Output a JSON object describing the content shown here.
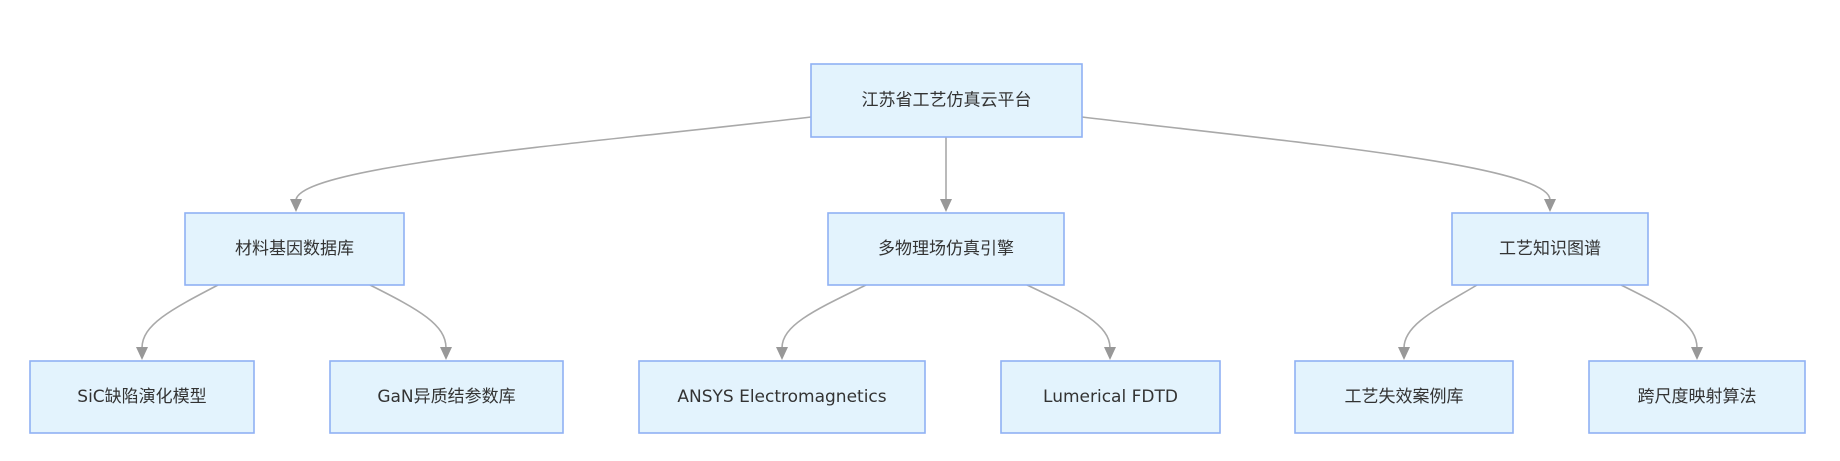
{
  "diagram": {
    "type": "tree-flowchart",
    "colors": {
      "node_fill": "#e3f3fd",
      "node_border": "#8fb1f3",
      "edge": "#a9a9a9",
      "text": "#333333"
    },
    "root": {
      "id": "platform",
      "label": "江苏省工艺仿真云平台"
    },
    "level2": [
      {
        "id": "material-db",
        "label": "材料基因数据库"
      },
      {
        "id": "multiphysics",
        "label": "多物理场仿真引擎"
      },
      {
        "id": "knowledge-graph",
        "label": "工艺知识图谱"
      }
    ],
    "level3": [
      {
        "id": "sic-defect",
        "parent": "material-db",
        "label": "SiC缺陷演化模型"
      },
      {
        "id": "gan-hetero",
        "parent": "material-db",
        "label": "GaN异质结参数库"
      },
      {
        "id": "ansys",
        "parent": "multiphysics",
        "label": "ANSYS Electromagnetics"
      },
      {
        "id": "lumerical",
        "parent": "multiphysics",
        "label": "Lumerical FDTD"
      },
      {
        "id": "failure-cases",
        "parent": "knowledge-graph",
        "label": "工艺失效案例库"
      },
      {
        "id": "cross-scale",
        "parent": "knowledge-graph",
        "label": "跨尺度映射算法"
      }
    ],
    "edges": [
      {
        "from": "platform",
        "to": "material-db"
      },
      {
        "from": "platform",
        "to": "multiphysics"
      },
      {
        "from": "platform",
        "to": "knowledge-graph"
      },
      {
        "from": "material-db",
        "to": "sic-defect"
      },
      {
        "from": "material-db",
        "to": "gan-hetero"
      },
      {
        "from": "multiphysics",
        "to": "ansys"
      },
      {
        "from": "multiphysics",
        "to": "lumerical"
      },
      {
        "from": "knowledge-graph",
        "to": "failure-cases"
      },
      {
        "from": "knowledge-graph",
        "to": "cross-scale"
      }
    ]
  }
}
